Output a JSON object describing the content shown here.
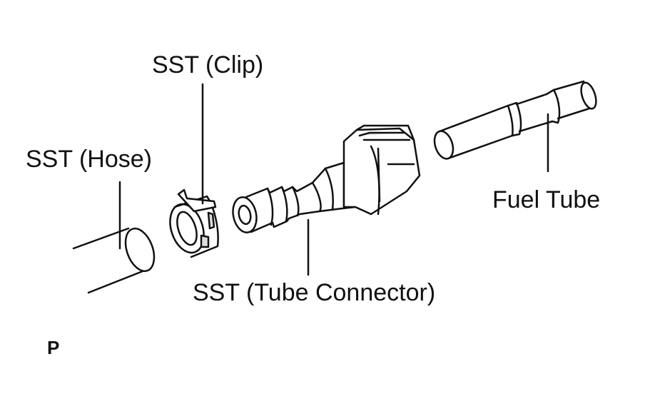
{
  "labels": {
    "clip": "SST (Clip)",
    "hose": "SST (Hose)",
    "fuel_tube": "Fuel Tube",
    "tube_connector": "SST (Tube Connector)",
    "figure_code": "P"
  },
  "colors": {
    "stroke": "#111111",
    "background": "#ffffff",
    "shade": "#d9d9d9"
  }
}
